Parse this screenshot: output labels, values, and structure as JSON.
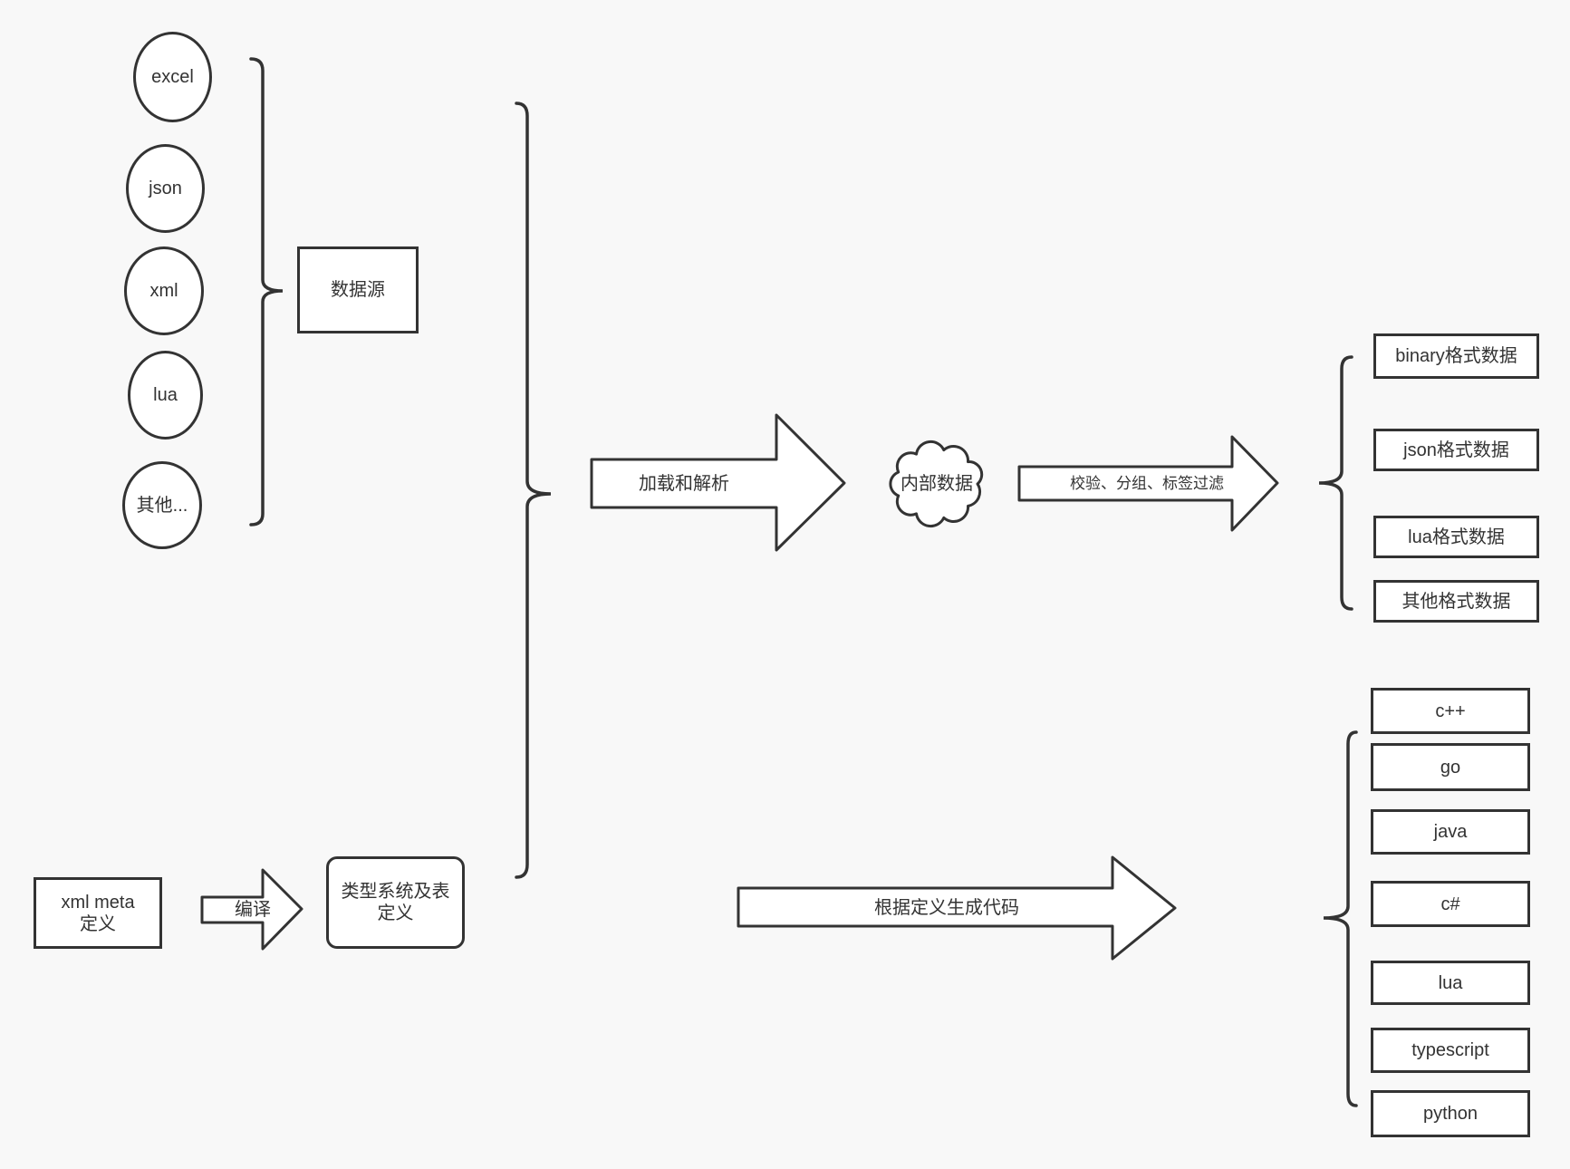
{
  "canvas": {
    "background": "#f8f8f8",
    "stroke_color": "#333333",
    "fill_color": "#ffffff",
    "text_color": "#333333"
  },
  "sources": {
    "group_label": "数据源",
    "items": [
      "excel",
      "json",
      "xml",
      "lua",
      "其他..."
    ]
  },
  "pipeline": {
    "load_arrow_label": "加载和解析",
    "internal_data_label": "内部数据",
    "process_arrow_label": "校验、分组、标签过滤"
  },
  "data_outputs": [
    "binary格式数据",
    "json格式数据",
    "lua格式数据",
    "其他格式数据"
  ],
  "definitions": {
    "xml_meta_label": "xml meta定义",
    "compile_arrow_label": "编译",
    "type_system_label": "类型系统及表定义",
    "codegen_arrow_label": "根据定义生成代码"
  },
  "codegen_targets": [
    "c++",
    "go",
    "java",
    "c#",
    "lua",
    "typescript",
    "python"
  ]
}
